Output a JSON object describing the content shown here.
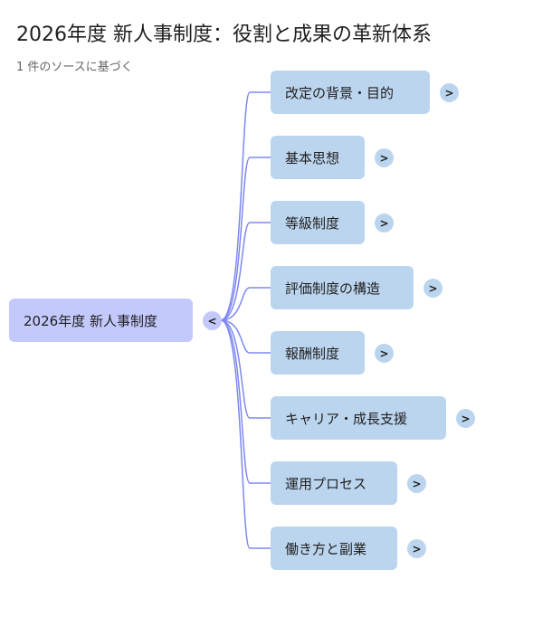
{
  "header": {
    "title": "2026年度 新人事制度：役割と成果の革新体系",
    "subtitle": "1 件のソースに基づく"
  },
  "colors": {
    "root": "#c4c9fc",
    "child": "#bcd5ef",
    "line": "#7e88f2"
  },
  "root": {
    "label": "2026年度 新人事制度",
    "toggle": "<"
  },
  "children": [
    {
      "label": "改定の背景・目的",
      "toggle": ">"
    },
    {
      "label": "基本思想",
      "toggle": ">"
    },
    {
      "label": "等級制度",
      "toggle": ">"
    },
    {
      "label": "評価制度の構造",
      "toggle": ">"
    },
    {
      "label": "報酬制度",
      "toggle": ">"
    },
    {
      "label": "キャリア・成長支援",
      "toggle": ">"
    },
    {
      "label": "運用プロセス",
      "toggle": ">"
    },
    {
      "label": "働き方と副業",
      "toggle": ">"
    }
  ]
}
